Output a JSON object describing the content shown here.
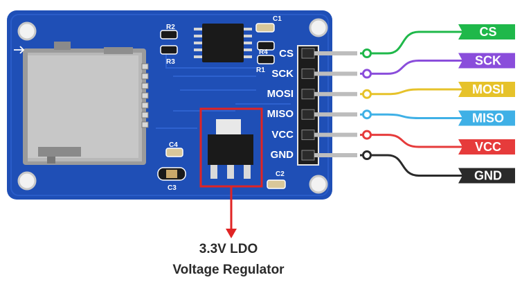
{
  "board": {
    "silk_labels": {
      "cs": "CS",
      "sck": "SCK",
      "mosi": "MOSI",
      "miso": "MISO",
      "vcc": "VCC",
      "gnd": "GND"
    },
    "refdes": {
      "r1": "R1",
      "r2": "R2",
      "r3": "R3",
      "r4": "R4",
      "c1": "C1",
      "c2": "C2",
      "c3": "C3",
      "c4": "C4"
    }
  },
  "pins": [
    {
      "id": "cs",
      "label": "CS",
      "color": "#1fb84a"
    },
    {
      "id": "sck",
      "label": "SCK",
      "color": "#8a4ddb"
    },
    {
      "id": "mosi",
      "label": "MOSI",
      "color": "#e6c22a"
    },
    {
      "id": "miso",
      "label": "MISO",
      "color": "#3fb0e6"
    },
    {
      "id": "vcc",
      "label": "VCC",
      "color": "#e63b3b"
    },
    {
      "id": "gnd",
      "label": "GND",
      "color": "#2a2a2a"
    }
  ],
  "callout": {
    "line1": "3.3V LDO",
    "line2": "Voltage Regulator",
    "color": "#e02424"
  },
  "colors": {
    "pcb": "#1f4fb6",
    "pcb_dark": "#17409a"
  }
}
